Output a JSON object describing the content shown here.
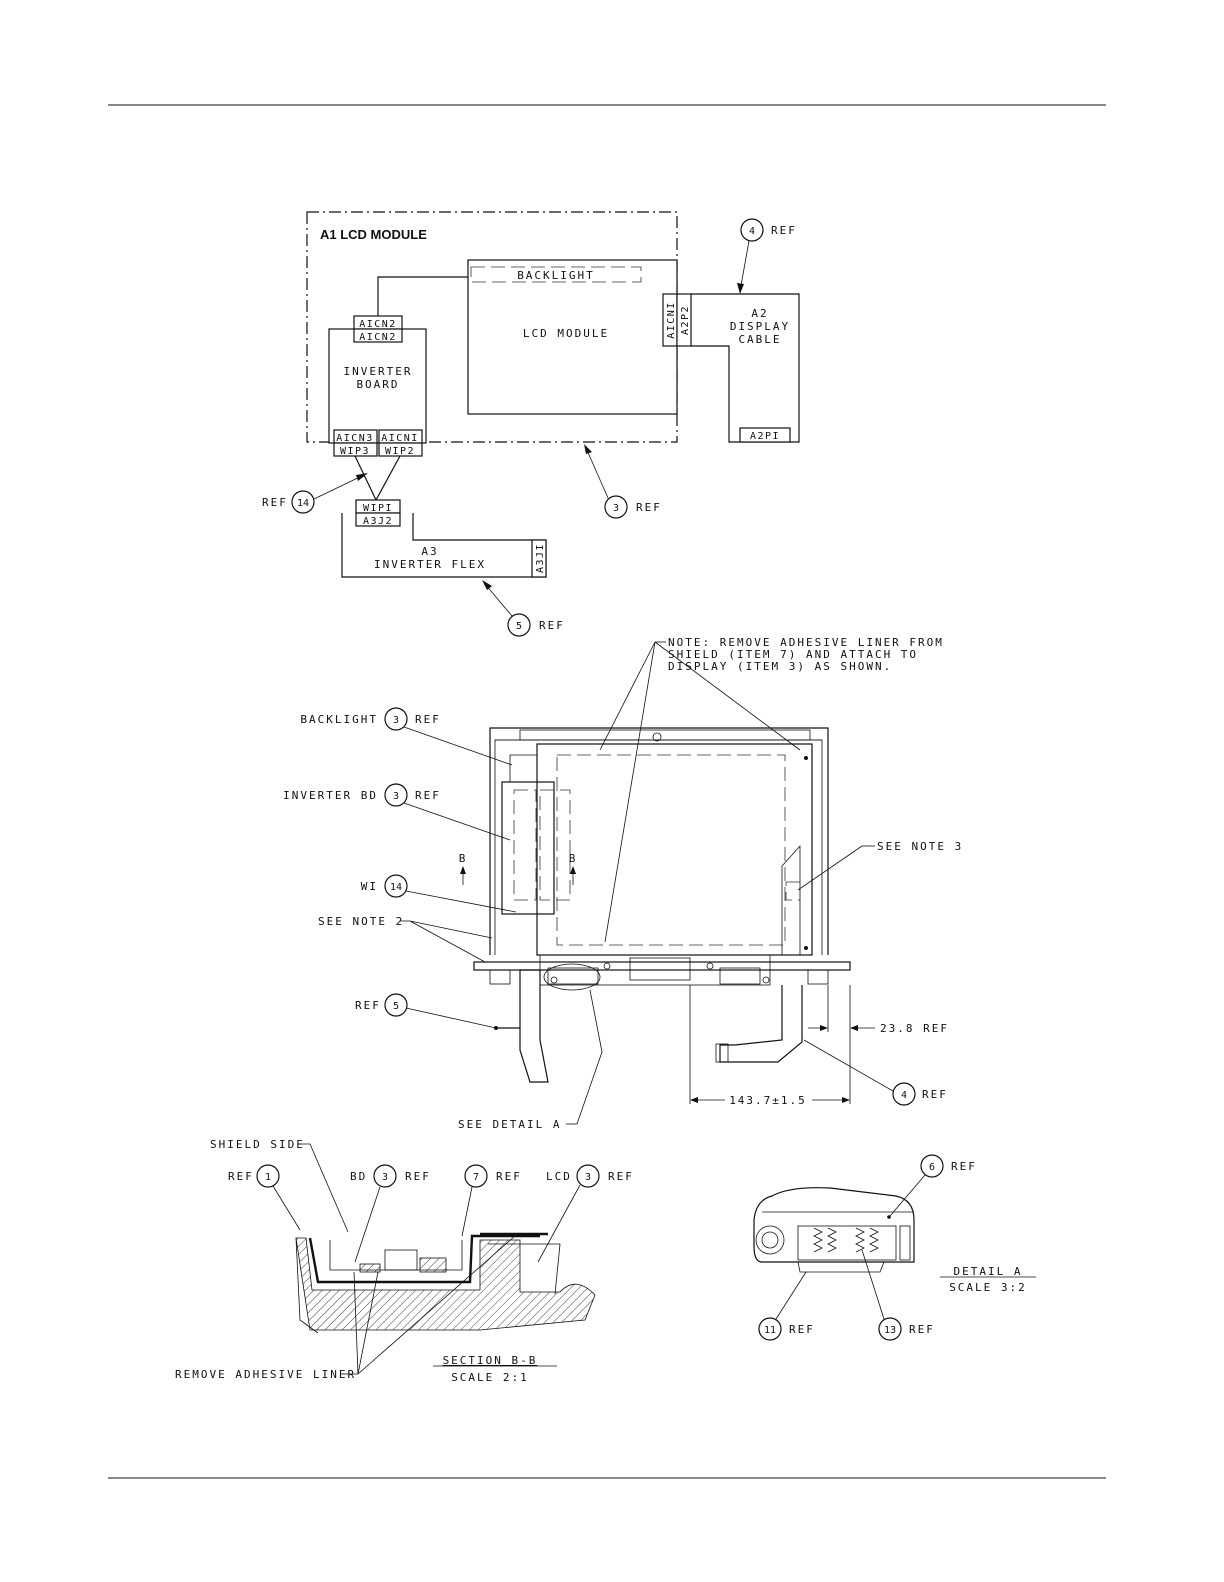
{
  "schematic": {
    "module_title": "A1 LCD MODULE",
    "backlight": "BACKLIGHT",
    "lcd_module": "LCD MODULE",
    "a1cn2_top": "AICN2",
    "a1cn2_bottom": "AICN2",
    "inverter_board_line1": "INVERTER",
    "inverter_board_line2": "BOARD",
    "a1cn3": "AICN3",
    "a1cn1_bottom": "AICNI",
    "w1p3": "WIP3",
    "w1p2": "WIP2",
    "w1p1": "WIPI",
    "a3j2": "A3J2",
    "a3_line1": "A3",
    "a3_line2": "INVERTER FLEX",
    "a3j1": "A3JI",
    "a1cn1_side": "AICNI",
    "a2p2": "A2P2",
    "a2_line1": "A2",
    "a2_line2": "DISPLAY",
    "a2_line3": "CABLE",
    "a2p1": "A2PI",
    "callouts": [
      {
        "num": "4",
        "label": "REF"
      },
      {
        "num": "14",
        "label": "REF"
      },
      {
        "num": "3",
        "label": "REF"
      },
      {
        "num": "5",
        "label": "REF"
      }
    ]
  },
  "assembly": {
    "note_line1": "NOTE: REMOVE ADHESIVE LINER FROM",
    "note_line2": "SHIELD (ITEM 7) AND ATTACH TO",
    "note_line3": "DISPLAY (ITEM 3) AS SHOWN.",
    "backlight_label": "BACKLIGHT",
    "inverter_bd_label": "INVERTER BD",
    "w1_label": "WI",
    "see_note_2": "SEE NOTE 2",
    "see_note_3": "SEE NOTE 3",
    "ref_label": "REF",
    "section_mark": "B",
    "see_detail_a": "SEE DETAIL  A",
    "dim_small": "23.8 REF",
    "dim_large": "143.7±1.5",
    "callouts": {
      "backlight": "3",
      "inverter_bd": "3",
      "w1": "14",
      "ref5": "5",
      "ref4": "4"
    }
  },
  "section": {
    "shield_side": "SHIELD SIDE",
    "remove_liner": "REMOVE ADHESIVE LINER",
    "title": "SECTION  B-B",
    "scale": "SCALE  2:1",
    "ref_label": "REF",
    "bd_label": "BD",
    "lcd_label": "LCD",
    "callouts": {
      "ref1": "1",
      "bd": "3",
      "item7": "7",
      "lcd": "3"
    }
  },
  "detail": {
    "title": "DETAIL  A",
    "scale": "SCALE  3:2",
    "ref_label": "REF",
    "callouts": {
      "item6": "6",
      "item11": "11",
      "item13": "13"
    }
  }
}
